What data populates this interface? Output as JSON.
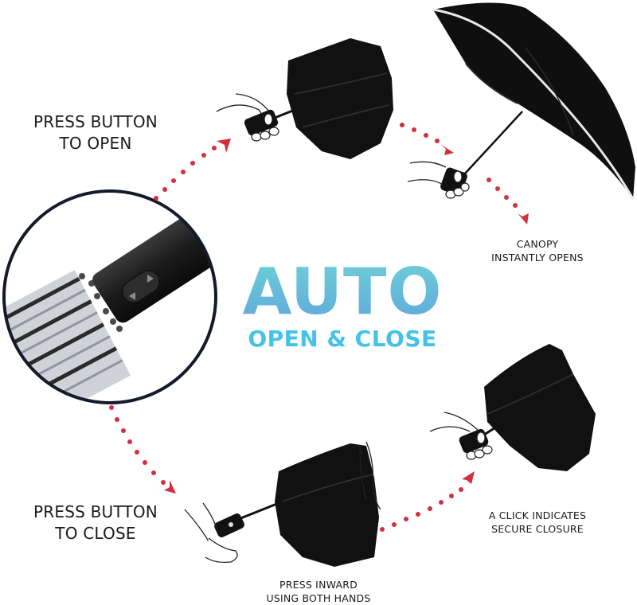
{
  "headline": {
    "main": "AUTO",
    "sub": "OPEN & CLOSE",
    "gradient_top": "#6ecfd6",
    "gradient_bottom": "#5fa8dc",
    "sub_color": "#45c3e6"
  },
  "steps": {
    "open_instruction": {
      "line1": "PRESS BUTTON",
      "line2": "TO OPEN"
    },
    "canopy_opens": {
      "line1": "CANOPY",
      "line2": "INSTANTLY OPENS"
    },
    "close_instruction": {
      "line1": "PRESS BUTTON",
      "line2": "TO CLOSE"
    },
    "press_inward": {
      "line1": "PRESS INWARD",
      "line2": "USING BOTH HANDS"
    },
    "click_indicates": {
      "line1": "A CLICK INDICATES",
      "line2": "SECURE CLOSURE"
    }
  },
  "illustrations": [
    {
      "name": "folded-umbrella-press-open",
      "description": "Hand pressing button on folded black umbrella"
    },
    {
      "name": "open-umbrella",
      "description": "Fully opened black umbrella with white trim"
    },
    {
      "name": "handle-closeup",
      "description": "Circular close-up of handle with up/down arrow button"
    },
    {
      "name": "umbrella-press-inward",
      "description": "Two hands pressing collapsed umbrella inward"
    },
    {
      "name": "folded-umbrella-click",
      "description": "Hand holding secured folded umbrella"
    }
  ],
  "colors": {
    "arrow_red": "#d32f3f",
    "umbrella_black": "#121212",
    "circle_border": "#141a2a",
    "text_dark": "#1a1a1a"
  }
}
